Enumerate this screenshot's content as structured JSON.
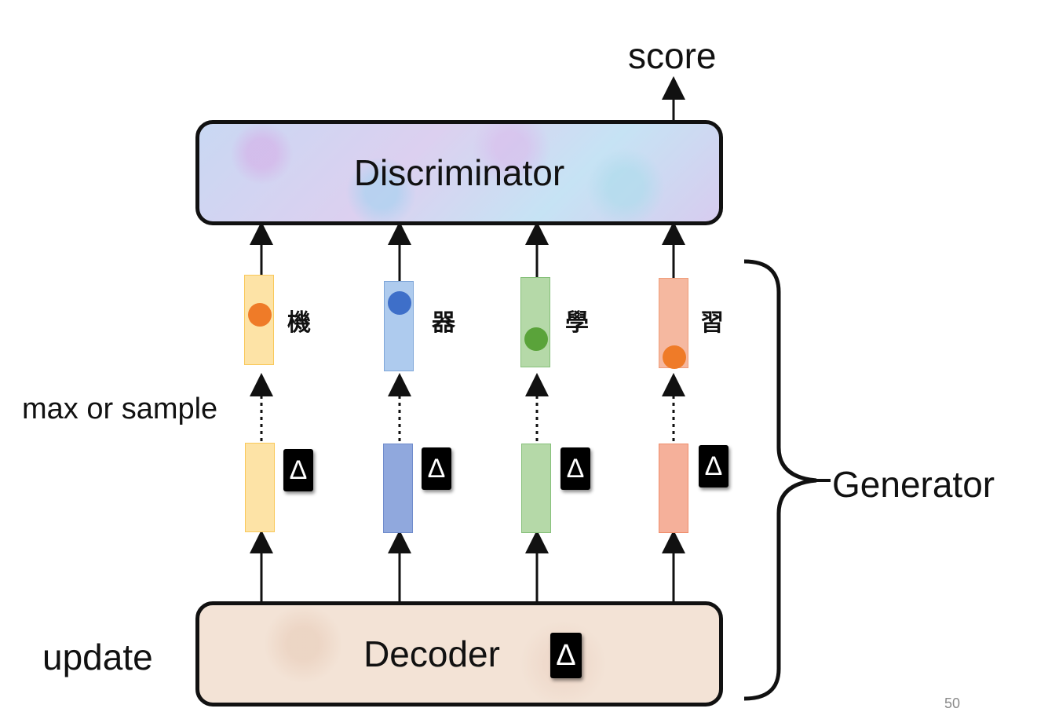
{
  "discriminator": {
    "label": "Discriminator"
  },
  "decoder": {
    "label": "Decoder",
    "delta": "Δ"
  },
  "output": {
    "label": "score"
  },
  "annotations": {
    "max_or_sample": "max or sample",
    "update": "update",
    "generator": "Generator"
  },
  "columns": [
    {
      "char": "機",
      "delta": "Δ",
      "color": "#f9c85a",
      "fill": "#fde3a6",
      "dot_color": "#ef7b28"
    },
    {
      "char": "器",
      "delta": "Δ",
      "color": "#7fa6d9",
      "fill": "#aecbee",
      "dot_color": "#3e6fc9"
    },
    {
      "char": "學",
      "delta": "Δ",
      "color": "#86c07a",
      "fill": "#b5d9a8",
      "dot_color": "#5aa33a"
    },
    {
      "char": "習",
      "delta": "Δ",
      "color": "#ef9d7a",
      "fill": "#f5b8a0",
      "dot_color": "#ef7b28"
    }
  ],
  "page_number": "50"
}
